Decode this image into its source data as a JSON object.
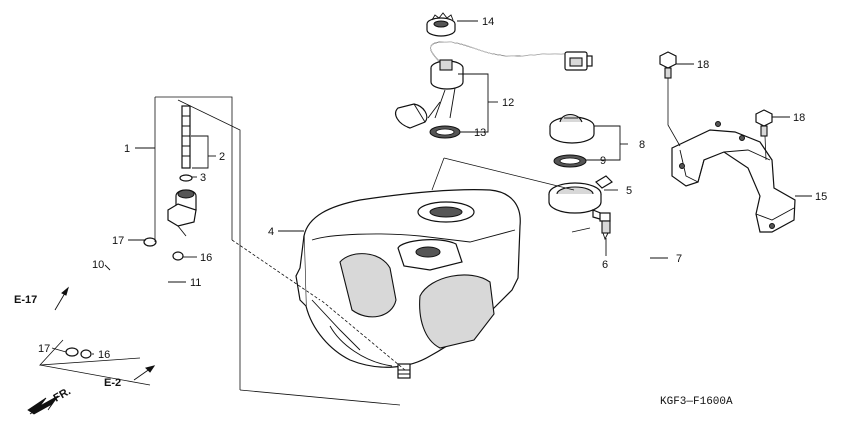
{
  "callouts": {
    "c1": "1",
    "c2": "2",
    "c3": "3",
    "c4": "4",
    "c5": "5",
    "c6": "6",
    "c7": "7",
    "c8": "8",
    "c9": "9",
    "c10": "10",
    "c11": "11",
    "c12": "12",
    "c13": "13",
    "c14": "14",
    "c15": "15",
    "c16a": "16",
    "c16b": "16",
    "c17a": "17",
    "c17b": "17",
    "c18a": "18",
    "c18b": "18"
  },
  "references": {
    "e17": "E-17",
    "e2": "E-2",
    "fr": "FR."
  },
  "diagram_code": "KGF3—F1600A"
}
